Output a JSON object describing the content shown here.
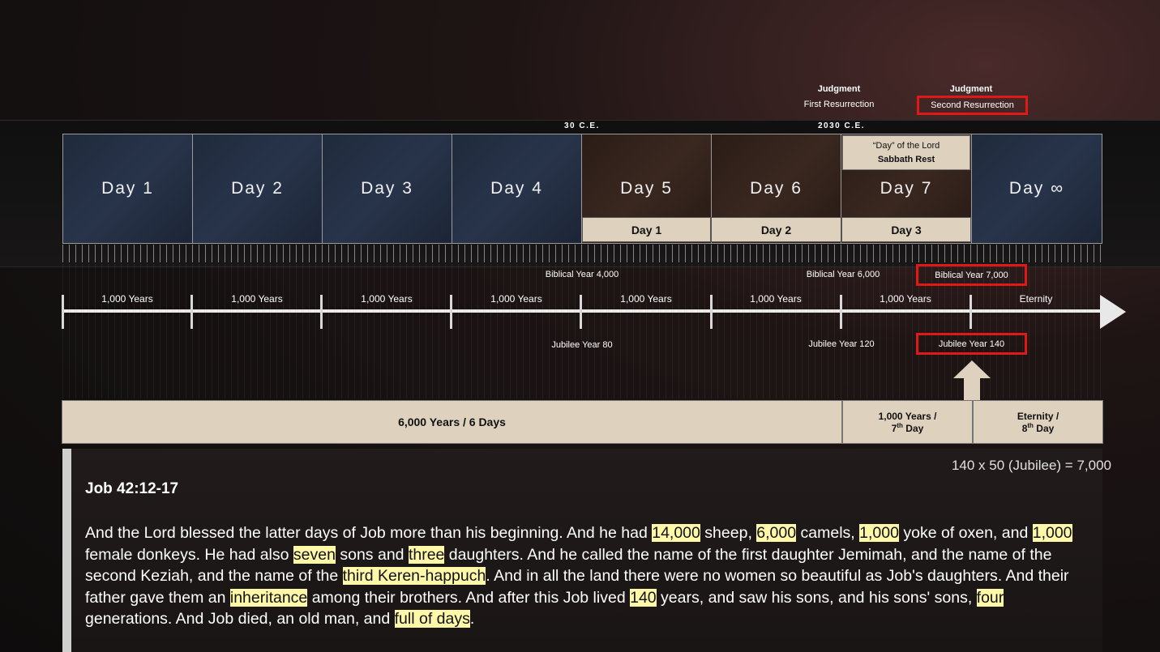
{
  "top_labels": {
    "col6": {
      "title": "Judgment",
      "subtitle": "First Resurrection"
    },
    "col7": {
      "title": "Judgment",
      "subtitle": "Second Resurrection"
    }
  },
  "ce_labels": {
    "left": "30 C.E.",
    "right": "2030 C.E."
  },
  "days": [
    "Day 1",
    "Day 2",
    "Day 3",
    "Day 4",
    "Day 5",
    "Day 6",
    "Day 7",
    "Day ∞"
  ],
  "day7_header": {
    "line1": "“Day” of the Lord",
    "line2": "Sabbath Rest"
  },
  "sub_days": [
    "Day 1",
    "Day 2",
    "Day 3"
  ],
  "biblical_years": {
    "y4000": "Biblical Year 4,000",
    "y6000": "Biblical Year 6,000",
    "y7000": "Biblical Year 7,000"
  },
  "jubilee_years": {
    "j80": "Jubilee Year 80",
    "j120": "Jubilee Year 120",
    "j140": "Jubilee Year 140"
  },
  "segments": [
    "1,000 Years",
    "1,000 Years",
    "1,000 Years",
    "1,000 Years",
    "1,000 Years",
    "1,000 Years",
    "1,000 Years",
    "Eternity"
  ],
  "bottom_bar": {
    "main": "6,000 Years / 6 Days",
    "seventh_line1": "1,000 Years /",
    "seventh_num": "7",
    "seventh_sup": "th",
    "seventh_rest": " Day",
    "eighth_line1": "Eternity /",
    "eighth_num": "8",
    "eighth_sup": "th",
    "eighth_rest": " Day"
  },
  "formula": "140 x 50 (Jubilee) = 7,000",
  "scripture": {
    "reference": "Job 42:12-17",
    "parts": [
      {
        "text": "And the Lord blessed the latter days of Job more than his beginning. And he had ",
        "hl": false
      },
      {
        "text": "14,000",
        "hl": true
      },
      {
        "text": " sheep, ",
        "hl": false
      },
      {
        "text": "6,000",
        "hl": true
      },
      {
        "text": " camels, ",
        "hl": false
      },
      {
        "text": "1,000",
        "hl": true
      },
      {
        "text": " yoke of oxen, and ",
        "hl": false
      },
      {
        "text": "1,000",
        "hl": true
      },
      {
        "text": " female donkeys. He had also ",
        "hl": false
      },
      {
        "text": "seven",
        "hl": true
      },
      {
        "text": " sons and ",
        "hl": false
      },
      {
        "text": "three",
        "hl": true
      },
      {
        "text": " daughters. And he called the name of the first daughter Jemimah, and the name of the second Keziah, and the name of the ",
        "hl": false
      },
      {
        "text": "third Keren-happuch",
        "hl": true
      },
      {
        "text": ". And in all the land there were no women so beautiful as Job's daughters. And their father gave them an ",
        "hl": false
      },
      {
        "text": "inheritance",
        "hl": true
      },
      {
        "text": " among their brothers. And after this Job lived ",
        "hl": false
      },
      {
        "text": "140",
        "hl": true
      },
      {
        "text": " years, and saw his sons, and his sons' sons, ",
        "hl": false
      },
      {
        "text": "four",
        "hl": true
      },
      {
        "text": " generations. And Job died, an old man, and ",
        "hl": false
      },
      {
        "text": "full of days",
        "hl": true
      },
      {
        "text": ".",
        "hl": false
      }
    ]
  },
  "colors": {
    "highlight": "#fff8a8",
    "red_box": "#e01818",
    "beige": "#ded2bf"
  }
}
